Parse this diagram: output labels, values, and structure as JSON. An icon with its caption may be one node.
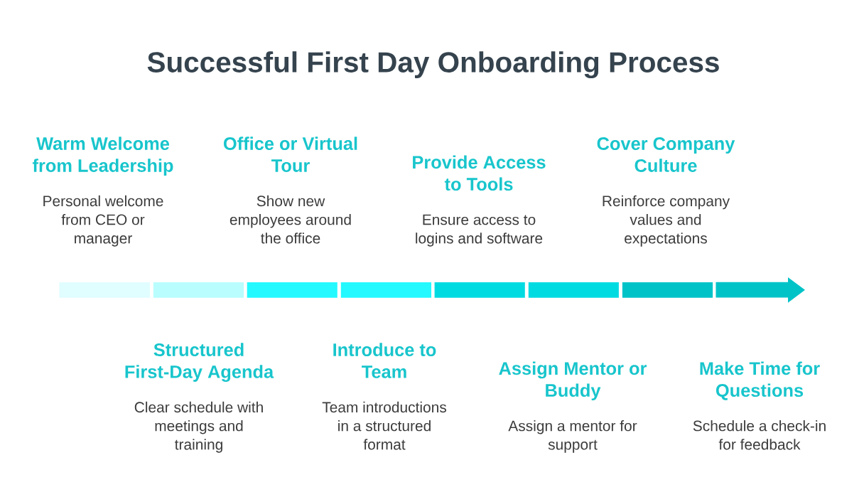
{
  "diagram": {
    "title": "Successful First Day Onboarding Process",
    "nodes": [
      {
        "text": [],
        "shape": "bar",
        "beside": [
          "Warm Welcome from Leadership",
          "Personal welcome from CEO or manager"
        ]
      },
      {
        "text": [],
        "shape": "bar",
        "beside": [
          "Structured First-Day Agenda",
          "Clear schedule with meetings and training"
        ]
      },
      {
        "text": [],
        "shape": "bar",
        "beside": [
          "Office or Virtual Tour",
          "Show new employees around the office"
        ]
      },
      {
        "text": [],
        "shape": "bar",
        "beside": [
          "Introduce to Team",
          "Team introductions in a structured format"
        ]
      },
      {
        "text": [],
        "shape": "bar",
        "beside": [
          "Provide Access to Tools",
          "Ensure access to logins and software"
        ]
      },
      {
        "text": [],
        "shape": "bar",
        "beside": [
          "Assign Mentor or Buddy",
          "Assign a mentor for support"
        ]
      },
      {
        "text": [],
        "shape": "bar",
        "beside": [
          "Cover Company Culture",
          "Reinforce company values and expectations"
        ]
      },
      {
        "text": [],
        "shape": "arrow",
        "beside": [
          "Make Time for Questions",
          "Schedule a check-in for feedback"
        ]
      }
    ]
  }
}
